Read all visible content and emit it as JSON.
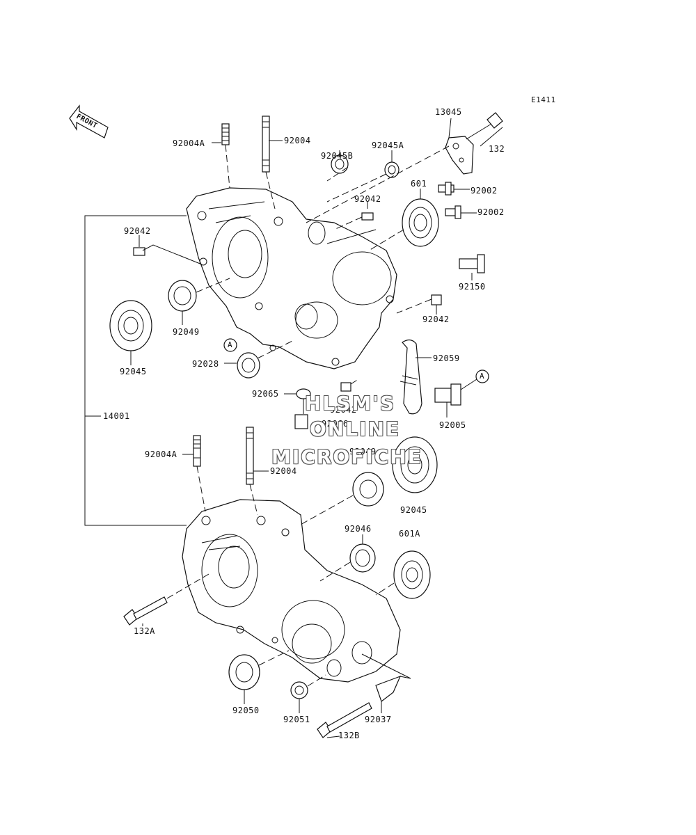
{
  "diagram_code": "E1411",
  "front_label": "FRONT",
  "callout_A": "A",
  "labels": {
    "p13045": "13045",
    "p132": "132",
    "p92004A_top": "92004A",
    "p92004_top": "92004",
    "p92045B": "92045B",
    "p92045A": "92045A",
    "p601": "601",
    "p92002_a": "92002",
    "p92002_b": "92002",
    "p92042_right": "92042",
    "p92042_left": "92042",
    "p92150": "92150",
    "p92049_top": "92049",
    "p92042_mid": "92042",
    "p92045_top": "92045",
    "p92028": "92028",
    "p92059": "92059",
    "p92065": "92065",
    "p92042_low": "92042",
    "p92066": "92066",
    "p92005": "92005",
    "p14001": "14001",
    "p92004A_bot": "92004A",
    "p92004_bot": "92004",
    "p92049_bot": "92049",
    "p92045_bot": "92045",
    "p92046": "92046",
    "p601A": "601A",
    "p132A": "132A",
    "p92050": "92050",
    "p92051": "92051",
    "p92037": "92037",
    "p132B": "132B"
  },
  "watermark": {
    "line1": "HLSM'S",
    "line2": "ONLINE",
    "line3": "MICROFICHE"
  }
}
